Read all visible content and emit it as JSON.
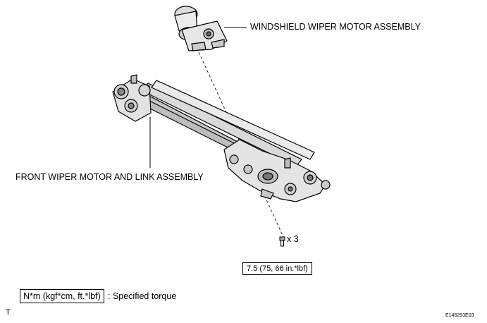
{
  "labels": {
    "motor": "WINDSHIELD WIPER MOTOR ASSEMBLY",
    "link": "FRONT WIPER MOTOR AND LINK ASSEMBLY",
    "quantity": "x 3",
    "torque": "7.5 (75, 66 in.*lbf)"
  },
  "legend": {
    "unit": "N*m (kgf*cm, ft.*lbf)",
    "text": ": Specified torque"
  },
  "footer": {
    "corner": "T",
    "figure_id": "E146293E03"
  }
}
